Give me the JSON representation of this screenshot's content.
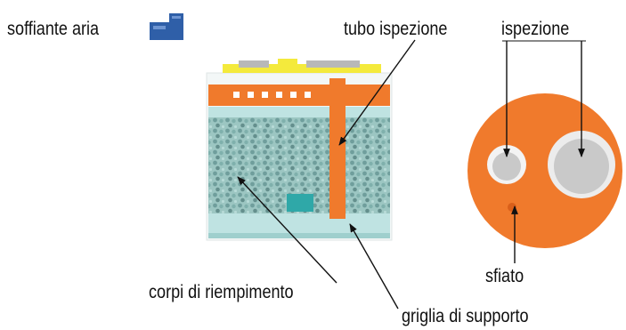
{
  "labels": {
    "blower": "soffiante aria",
    "inspection_tube": "tubo ispezione",
    "inspection": "ispezione",
    "filling_bodies": "corpi di riempimento",
    "vent": "sfiato",
    "support_grid": "griglia di supporto"
  },
  "colors": {
    "orange": "#f07a2c",
    "media": "#9cc6c2",
    "water": "#bfe3e2",
    "blower_blue": "#2f5fa8",
    "lid_yellow": "#f4ea3c",
    "grey_port": "#c9c9c9"
  },
  "icons": [
    "blower-icon"
  ]
}
